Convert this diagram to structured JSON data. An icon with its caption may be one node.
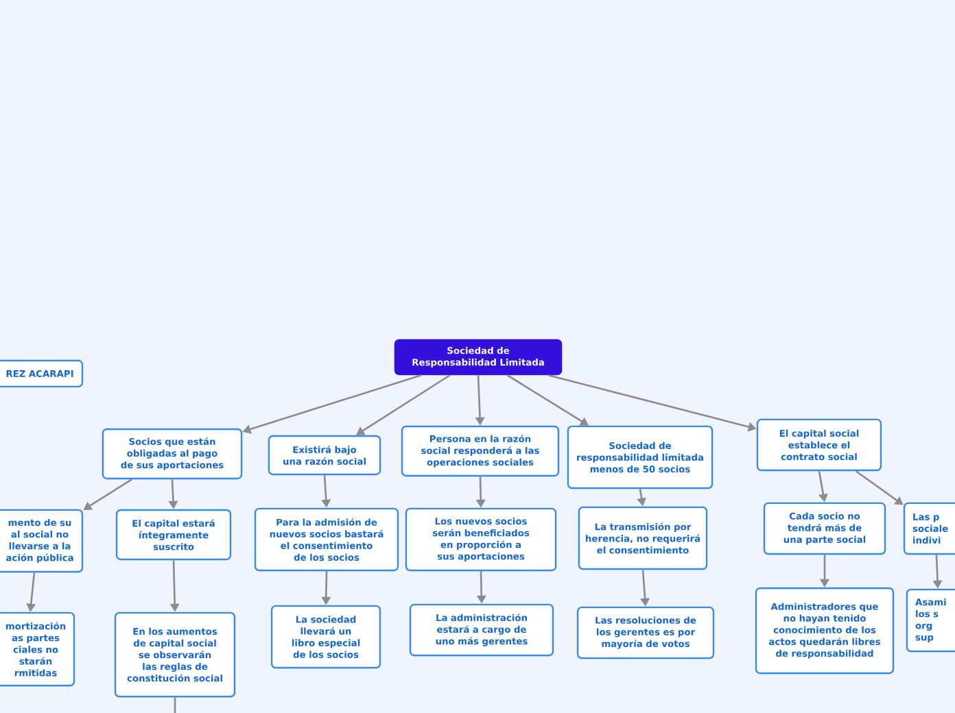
{
  "diagram": {
    "nodes": [
      {
        "text": [
          "REZ ACARAPI"
        ]
      },
      {
        "text": [
          "Sociedad de Responsabilidad Limitada"
        ]
      },
      {
        "text": [
          "Socios que están obligadas al pago de sus aportaciones"
        ]
      },
      {
        "text": [
          "Existirá bajo una razón social"
        ]
      },
      {
        "text": [
          "Persona en la razón social responderá a las operaciones sociales"
        ]
      },
      {
        "text": [
          "Sociedad de responsabilidad limitada menos de 50 socios"
        ]
      },
      {
        "text": [
          "El capital social establece el contrato social"
        ]
      },
      {
        "text": [
          "mento de su al social no llevarse a la ación pública"
        ]
      },
      {
        "text": [
          "El capital estará íntegramente suscrito"
        ]
      },
      {
        "text": [
          "Para la admisión de nuevos socios bastará el consentimiento de los socios"
        ]
      },
      {
        "text": [
          "Los nuevos socios serán beneficiados en proporción a sus aportaciones"
        ]
      },
      {
        "text": [
          "La transmisión por herencia, no requerirá el consentimiento"
        ]
      },
      {
        "text": [
          "Cada socio no tendrá más de una parte social"
        ]
      },
      {
        "text": [
          "Las p sociale indivi"
        ]
      },
      {
        "text": [
          "mortización as partes ciales no starán rmitidas"
        ]
      },
      {
        "text": [
          "En los aumentos de capital social se observarán las reglas de constitución social"
        ]
      },
      {
        "text": [
          "La sociedad llevará un libro especial de los socios"
        ]
      },
      {
        "text": [
          "La administración estará a cargo de uno más gerentes"
        ]
      },
      {
        "text": [
          "Las resoluciones de los gerentes es por mayoría de votos"
        ]
      },
      {
        "text": [
          "Administradores que no hayan tenido conocimiento de los actos quedarán libres de responsabilidad"
        ]
      },
      {
        "text": [
          "Asami los s org sup"
        ]
      }
    ],
    "edges": [
      {
        "from": 1,
        "to": 2,
        "arrow": "to"
      },
      {
        "from": 1,
        "to": 3,
        "arrow": "to"
      },
      {
        "from": 1,
        "to": 4,
        "arrow": "to"
      },
      {
        "from": 1,
        "to": 5,
        "arrow": "to"
      },
      {
        "from": 1,
        "to": 6,
        "arrow": "to"
      },
      {
        "from": 2,
        "to": 7,
        "arrow": "to"
      },
      {
        "from": 2,
        "to": 8,
        "arrow": "to"
      },
      {
        "from": 3,
        "to": 9,
        "arrow": "to"
      },
      {
        "from": 4,
        "to": 10,
        "arrow": "to"
      },
      {
        "from": 5,
        "to": 11,
        "arrow": "to"
      },
      {
        "from": 6,
        "to": 12,
        "arrow": "to"
      },
      {
        "from": 6,
        "to": 13,
        "arrow": "to"
      },
      {
        "from": 7,
        "to": 14,
        "arrow": "to"
      },
      {
        "from": 8,
        "to": 15,
        "arrow": "to"
      },
      {
        "from": 9,
        "to": 16,
        "arrow": "to"
      },
      {
        "from": 10,
        "to": 17,
        "arrow": "to"
      },
      {
        "from": 11,
        "to": 18,
        "arrow": "to"
      },
      {
        "from": 12,
        "to": 19,
        "arrow": "to"
      },
      {
        "from": 13,
        "to": 20,
        "arrow": "to"
      },
      {
        "from": 15,
        "to": null,
        "arrow": "none"
      }
    ]
  }
}
